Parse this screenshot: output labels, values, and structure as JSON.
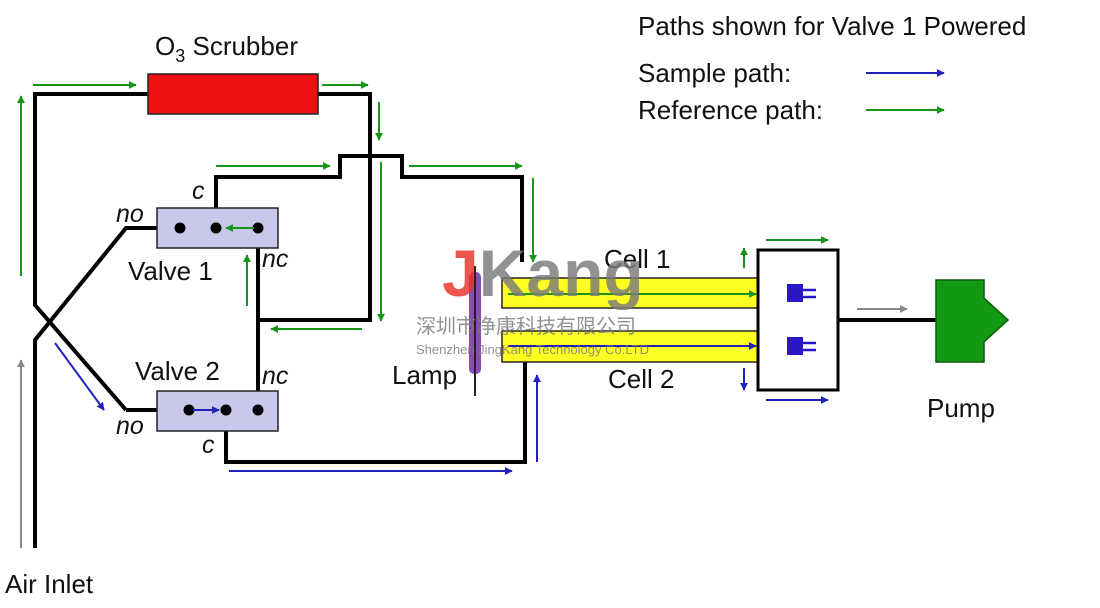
{
  "legend": {
    "title": "Paths shown for Valve 1 Powered",
    "sample_label": "Sample path:",
    "reference_label": "Reference path:"
  },
  "components": {
    "scrubber_main": "O",
    "scrubber_sub": "3",
    "scrubber_rest": " Scrubber",
    "valve1": "Valve 1",
    "valve2": "Valve 2",
    "cell1": "Cell 1",
    "cell2": "Cell 2",
    "lamp": "Lamp",
    "pump": "Pump",
    "air_inlet": "Air Inlet"
  },
  "ports": {
    "valve1_no": "no",
    "valve1_nc": "nc",
    "valve1_c": "c",
    "valve2_no": "no",
    "valve2_nc": "nc",
    "valve2_c": "c"
  },
  "watermark": {
    "brand_j": "J",
    "brand_rest": "Kang",
    "company_cn": "深圳市净康科技有限公司",
    "company_en": "Shenzhen JingKang Technology Co.LTD"
  },
  "colors": {
    "sample_path": "#2222bb",
    "reference_path": "#169616",
    "inlet_flow": "#888888",
    "scrubber": "#ee1111",
    "valve_body": "#c8c8ec",
    "cell": "#ffff22",
    "lamp": "#8a4ab8",
    "detector": "#2a16c8",
    "pump": "#119911",
    "watermark_red": "#e8322a",
    "watermark_grey": "#7a7a7a"
  }
}
